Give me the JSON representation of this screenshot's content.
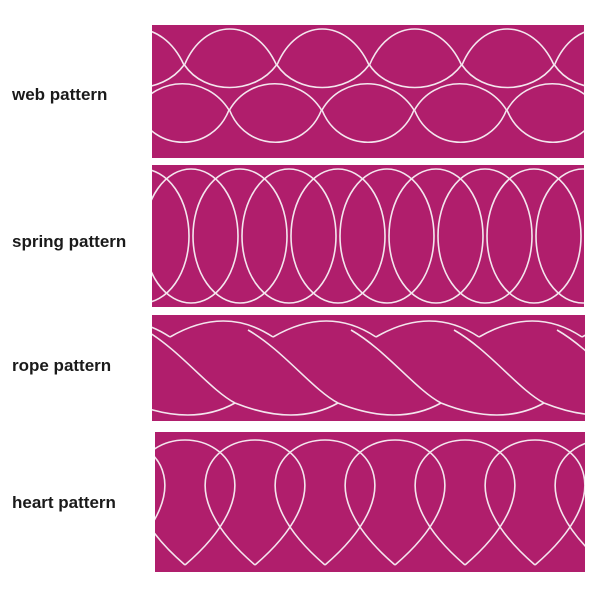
{
  "fabric_color": "#b01e6c",
  "thread_color": "#f4e6ee",
  "patterns": [
    {
      "label": "web pattern"
    },
    {
      "label": "spring pattern"
    },
    {
      "label": "rope pattern"
    },
    {
      "label": "heart pattern"
    }
  ]
}
